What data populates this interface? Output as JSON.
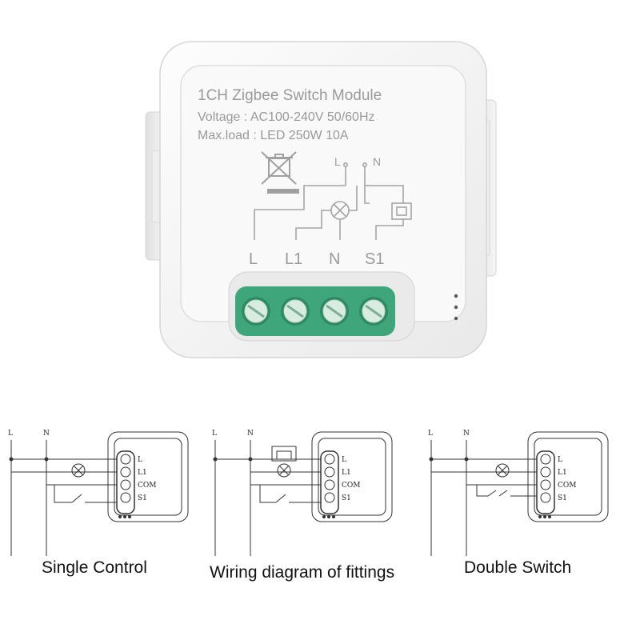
{
  "device": {
    "title": "1CH Zigbee Switch Module",
    "voltage": "Voltage : AC100-240V 50/60Hz",
    "maxload": "Max.load : LED 250W  10A",
    "schematic_top_labels": [
      "L",
      "N"
    ],
    "terminal_labels": [
      "L",
      "L1",
      "N",
      "S1"
    ],
    "colors": {
      "terminal_block": "#3ea67a",
      "body": "#f7f7f7"
    }
  },
  "diagrams": [
    {
      "caption": "Single Control",
      "line_labels": [
        "L",
        "N"
      ],
      "terminals": [
        "L",
        "L1",
        "COM",
        "S1"
      ]
    },
    {
      "caption": "Wiring diagram of fittings",
      "line_labels": [
        "L",
        "N"
      ],
      "terminals": [
        "L",
        "L1",
        "COM",
        "S1"
      ]
    },
    {
      "caption": "Double Switch",
      "line_labels": [
        "L",
        "N"
      ],
      "terminals": [
        "L",
        "L1",
        "COM",
        "S1"
      ]
    }
  ]
}
